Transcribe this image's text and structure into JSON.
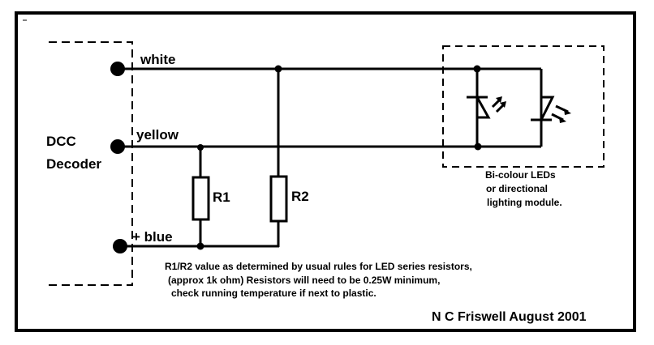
{
  "diagram": {
    "colors": {
      "ink": "#000000",
      "background": "#ffffff"
    },
    "decoder": {
      "label_line1": "DCC",
      "label_line2": "Decoder",
      "terminals": [
        {
          "id": "white",
          "label": "white"
        },
        {
          "id": "yellow",
          "label": "yellow"
        },
        {
          "id": "blue",
          "label": "+ blue"
        }
      ]
    },
    "resistors": [
      {
        "id": "R1",
        "label": "R1"
      },
      {
        "id": "R2",
        "label": "R2"
      }
    ],
    "led_module": {
      "caption_line1": "Bi-colour LEDs",
      "caption_line2": "or directional",
      "caption_line3": "lighting module."
    },
    "note": {
      "line1": "R1/R2 value as determined by usual rules for LED series resistors,",
      "line2": "(approx 1k ohm)  Resistors will need to be 0.25W minimum,",
      "line3": "check running temperature if next to plastic."
    },
    "signature": "N C Friswell  August 2001"
  }
}
